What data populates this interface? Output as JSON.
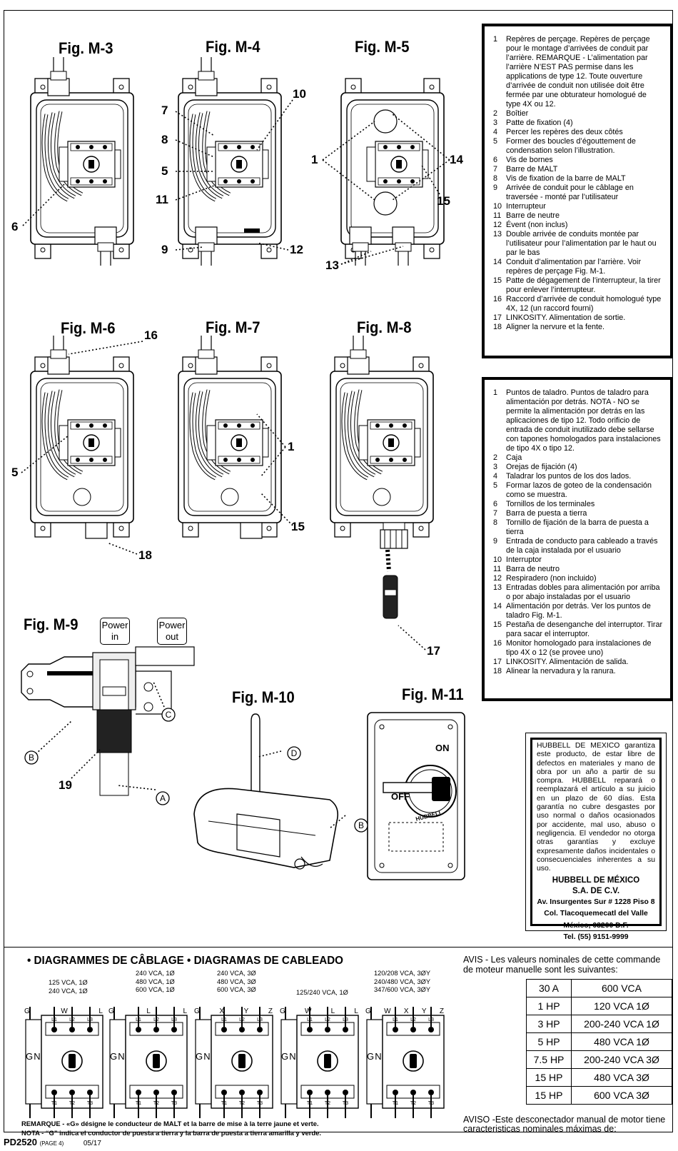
{
  "figures": {
    "m3": "Fig. M-3",
    "m4": "Fig. M-4",
    "m5": "Fig. M-5",
    "m6": "Fig. M-6",
    "m7": "Fig. M-7",
    "m8": "Fig. M-8",
    "m9": "Fig. M-9",
    "m10": "Fig. M-10",
    "m11": "Fig. M-11"
  },
  "callouts": {
    "m3": [
      "6"
    ],
    "m4": [
      "7",
      "8",
      "5",
      "11",
      "10",
      "9",
      "12"
    ],
    "m5": [
      "1",
      "14",
      "15",
      "13"
    ],
    "m6": [
      "16",
      "5",
      "18"
    ],
    "m7": [
      "1",
      "15"
    ],
    "m8": [
      "17"
    ],
    "m9": [
      "B",
      "C",
      "19",
      "A"
    ],
    "m10": [
      "D",
      "B"
    ]
  },
  "power_buttons": {
    "in": "Power in",
    "out": "Power out"
  },
  "switch_labels": {
    "on": "ON",
    "off": "OFF",
    "brand": "HUBBELL"
  },
  "legend_fr": [
    {
      "n": "1",
      "t": "Repères de perçage. Repères de perçage pour le montage d’arrivées de conduit par l’arrière. REMARQUE - L’alimentation par l’arrière N’EST PAS permise dans les applications de type 12. Toute ouverture d’arrivée de conduit non utilisée doit être fermée par une obturateur homologué de type 4X ou 12."
    },
    {
      "n": "2",
      "t": "Boîtier"
    },
    {
      "n": "3",
      "t": "Patte de fixation (4)"
    },
    {
      "n": "4",
      "t": "Percer les repères des deux côtés"
    },
    {
      "n": "5",
      "t": "Former des boucles d’égouttement de condensation selon l’illustration."
    },
    {
      "n": "6",
      "t": "Vis de bornes"
    },
    {
      "n": "7",
      "t": "Barre de MALT"
    },
    {
      "n": "8",
      "t": "Vis de fixation de la barre de MALT"
    },
    {
      "n": "9",
      "t": "Arrivée de conduit pour le câblage en traversée - monté par l’utilisateur"
    },
    {
      "n": "10",
      "t": "Interrupteur"
    },
    {
      "n": "11",
      "t": "Barre de neutre"
    },
    {
      "n": "12",
      "t": "Évent (non inclus)"
    },
    {
      "n": "13",
      "t": "Double arrivée de conduits montée par l’utilisateur pour l’alimentation par le haut ou par le bas"
    },
    {
      "n": "14",
      "t": "Conduit d’alimentation par l’arrière. Voir repères de perçage Fig. M-1."
    },
    {
      "n": "15",
      "t": "Patte de dégagement de l’interrupteur, la tirer pour enlever l’interrupteur."
    },
    {
      "n": "16",
      "t": "Raccord d’arrivée de conduit homologué type 4X, 12 (un raccord fourni)"
    },
    {
      "n": "17",
      "t": "LINKOSITY. Alimentation de sortie."
    },
    {
      "n": "18",
      "t": "Aligner la nervure et la fente."
    }
  ],
  "legend_es": [
    {
      "n": "1",
      "t": "Puntos de taladro. Puntos de taladro para alimentación por detrás. NOTA - NO se permite la alimentación por detrás en las aplicaciones de  tipo 12. Todo orificio de entrada de conduit inutilizado debe sellarse con tapones homologados para instalaciones de tipo 4X o tipo 12."
    },
    {
      "n": "2",
      "t": "Caja"
    },
    {
      "n": "3",
      "t": "Orejas de fijación (4)"
    },
    {
      "n": "4",
      "t": "Taladrar los puntos de los dos lados."
    },
    {
      "n": "5",
      "t": "Formar lazos de goteo de la condensación como se muestra."
    },
    {
      "n": "6",
      "t": "Tornillos de los terminales"
    },
    {
      "n": "7",
      "t": "Barra de puesta a tierra"
    },
    {
      "n": "8",
      "t": "Tornillo de fijación de la barra de puesta a tierra"
    },
    {
      "n": "9",
      "t": "Entrada de conducto para cableado a través de la caja instalada por el usuario"
    },
    {
      "n": "10",
      "t": "Interruptor"
    },
    {
      "n": "11",
      "t": "Barra de neutro"
    },
    {
      "n": "12",
      "t": "Respiradero (non incluido)"
    },
    {
      "n": "13",
      "t": "Entradas dobles para alimentación por arriba o por abajo instaladas por el usuario"
    },
    {
      "n": "14",
      "t": "Alimentación por detrás. Ver los puntos de taladro Fig. M-1."
    },
    {
      "n": "15",
      "t": "Pestaña de desenganche del interruptor. Tirar para sacar el interruptor."
    },
    {
      "n": "16",
      "t": "Monitor homologado para instalaciones de tipo 4X o 12 (se provee uno)"
    },
    {
      "n": "17",
      "t": "LINKOSITY. Alimentación de salida."
    },
    {
      "n": "18",
      "t": "Alinear la nervadura y la ranura."
    }
  ],
  "warranty": {
    "body": "HUBBELL DE MEXICO garantiza este producto, de estar libre de defectos en materiales y mano de obra por un año a partir de su compra. HUBBELL reparará o reemplazará el artículo a su juicio en un plazo de 60 días. Esta garantía no cubre desgastes por uso normal o daños ocasionados por accidente, mal uso, abuso o negligencia. El vendedor no otorga otras garantías y excluye expresamente daños incidentales o consecuenciales inherentes a su uso.",
    "company": "HUBBELL DE MÉXICO",
    "company2": "S.A. DE C.V.",
    "addr1": "Av. Insurgentes Sur # 1228 Piso 8",
    "addr2": "Col. Tlacoquemecatl del Valle",
    "addr3": "México, 03200 D.F.",
    "tel": "Tel. (55) 9151-9999"
  },
  "wiring": {
    "title": "•  DIAGRAMMES DE CÂBLAGE  •  DIAGRAMAS DE CABLEADO",
    "diagrams": [
      {
        "volts": [
          "125 VCA, 1Ø",
          "240 VCA, 1Ø"
        ],
        "terms": [
          "G",
          "W",
          "L"
        ]
      },
      {
        "volts": [
          "240 VCA, 1Ø",
          "480 VCA, 1Ø",
          "600 VCA, 1Ø"
        ],
        "terms": [
          "G",
          "L",
          "L"
        ]
      },
      {
        "volts": [
          "240 VCA, 3Ø",
          "480 VCA, 3Ø",
          "600 VCA, 3Ø"
        ],
        "terms": [
          "G",
          "X",
          "Y",
          "Z"
        ]
      },
      {
        "volts": [
          "125/240 VCA, 1Ø"
        ],
        "terms": [
          "G",
          "W",
          "L",
          "L"
        ]
      },
      {
        "volts": [
          "120/208 VCA, 3ØY",
          "240/480 VCA, 3ØY",
          "347/600 VCA, 3ØY"
        ],
        "terms": [
          "G",
          "W",
          "X",
          "Y",
          "Z"
        ]
      }
    ],
    "top_terms": [
      "L1",
      "L2",
      "L3"
    ],
    "bot_terms": [
      "T1",
      "T2",
      "T3"
    ],
    "side": [
      "G",
      "N"
    ],
    "note_fr": "REMARQUE - «G» désigne le conducteur de MALT et la barre de mise à la terre jaune et verte.",
    "note_es": "NOTA - “G” indica el conductor de puesta a tierra y la barra  de puesta a tierra amarilla y verde."
  },
  "avis": "AVIS - Les valeurs nominales de cette commande de moteur manuelle sont les suivantes:",
  "ratings": [
    [
      "30 A",
      "600 VCA"
    ],
    [
      "1 HP",
      "120 VCA 1Ø"
    ],
    [
      "3 HP",
      "200-240 VCA 1Ø"
    ],
    [
      "5 HP",
      "480 VCA 1Ø"
    ],
    [
      "7.5 HP",
      "200-240 VCA 3Ø"
    ],
    [
      "15 HP",
      "480 VCA 3Ø"
    ],
    [
      "15 HP",
      "600 VCA 3Ø"
    ]
  ],
  "aviso": "AVISO -Este desconectador manual de motor tiene caracteristicas nominales máximas de:",
  "footer": {
    "code": "PD2520",
    "page": "(PAGE 4)",
    "date": "05/17"
  }
}
